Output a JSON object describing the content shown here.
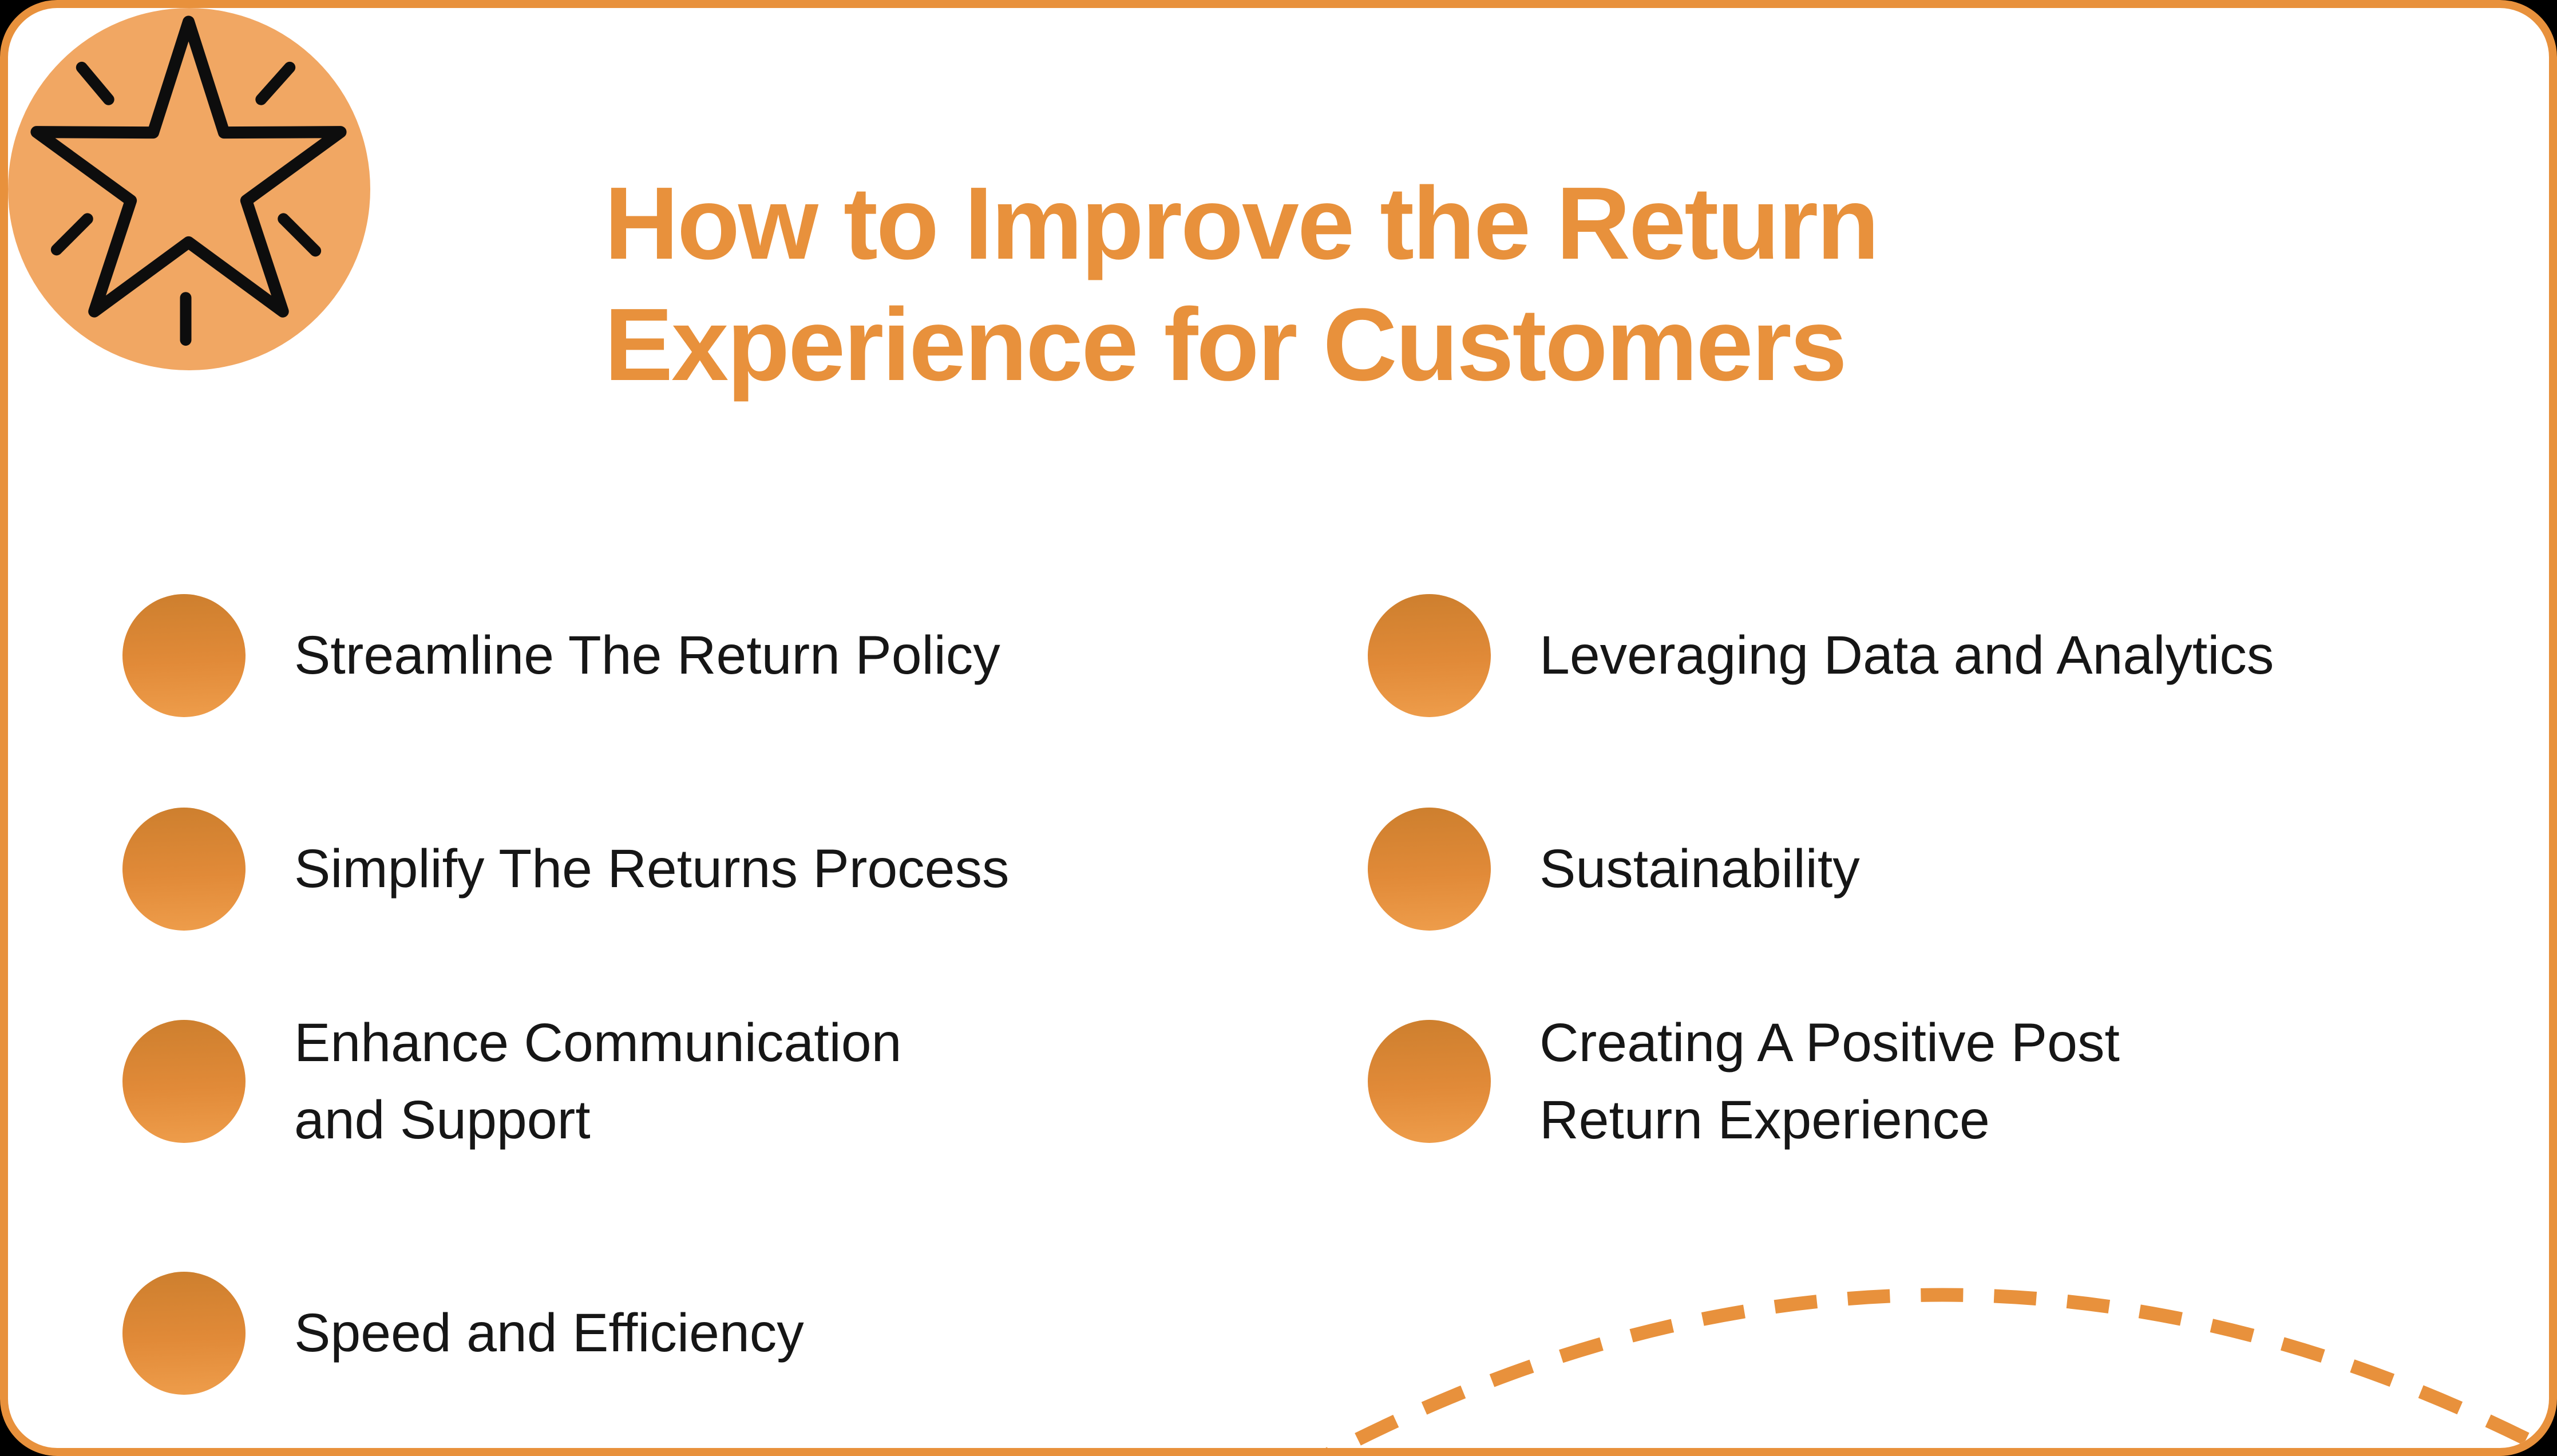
{
  "title": {
    "line1": "How to Improve the Return",
    "line2": "Experience for Customers"
  },
  "items": {
    "left": [
      "Streamline The Return Policy",
      "Simplify The Returns Process",
      "Enhance Communication\nand Support",
      "Speed and Efficiency"
    ],
    "right": [
      "Leveraging Data and Analytics",
      "Sustainability",
      "Creating A Positive Post\nReturn Experience"
    ]
  },
  "icons": {
    "header": "star-sparkle-icon",
    "bullet": "filled-circle"
  },
  "colors": {
    "accent": "#E8913C",
    "card_bg": "#FFFFFF",
    "outer_bg": "#000000",
    "star_circle": "#F1A763",
    "bullet_top": "#CD7F2E",
    "bullet_bottom": "#EE9D4B",
    "icon_stroke": "#0D0D0D",
    "text": "#161616",
    "dash": "#E8913C"
  }
}
